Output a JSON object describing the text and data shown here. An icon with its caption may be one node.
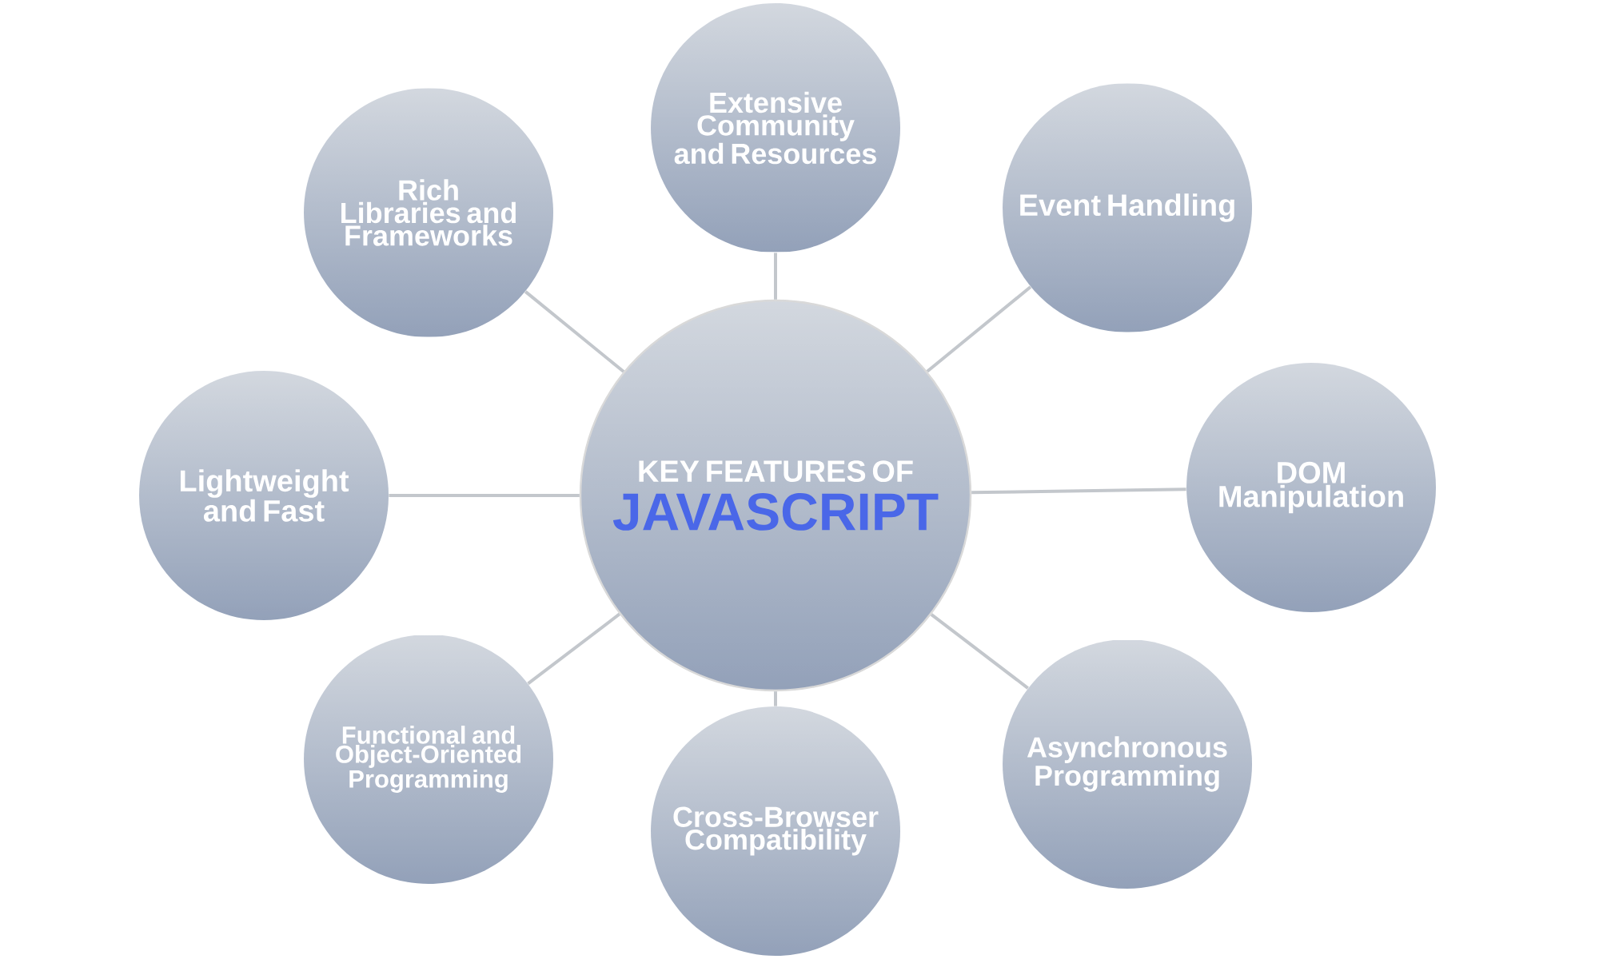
{
  "diagram": {
    "nodes": [
      {
        "text": [
          "KEY FEATURES OF",
          "JAVASCRIPT"
        ]
      },
      {
        "text": [
          "Rich Libraries and Frameworks"
        ]
      },
      {
        "text": [
          "Extensive Community and Resources"
        ]
      },
      {
        "text": [
          "Event Handling"
        ]
      },
      {
        "text": [
          "Lightweight and Fast"
        ]
      },
      {
        "text": [
          "DOM Manipulation"
        ]
      },
      {
        "text": [
          "Functional and Object-Oriented Programming"
        ]
      },
      {
        "text": [
          "Asynchronous Programming"
        ]
      },
      {
        "text": [
          "Cross-Browser Compatibility"
        ]
      }
    ],
    "edges": [
      {
        "from": 0,
        "to": 1,
        "arrow": "none"
      },
      {
        "from": 0,
        "to": 2,
        "arrow": "none"
      },
      {
        "from": 0,
        "to": 3,
        "arrow": "none"
      },
      {
        "from": 0,
        "to": 4,
        "arrow": "none"
      },
      {
        "from": 0,
        "to": 5,
        "arrow": "none"
      },
      {
        "from": 0,
        "to": 6,
        "arrow": "none"
      },
      {
        "from": 0,
        "to": 7,
        "arrow": "none"
      },
      {
        "from": 0,
        "to": 8,
        "arrow": "none"
      }
    ]
  }
}
